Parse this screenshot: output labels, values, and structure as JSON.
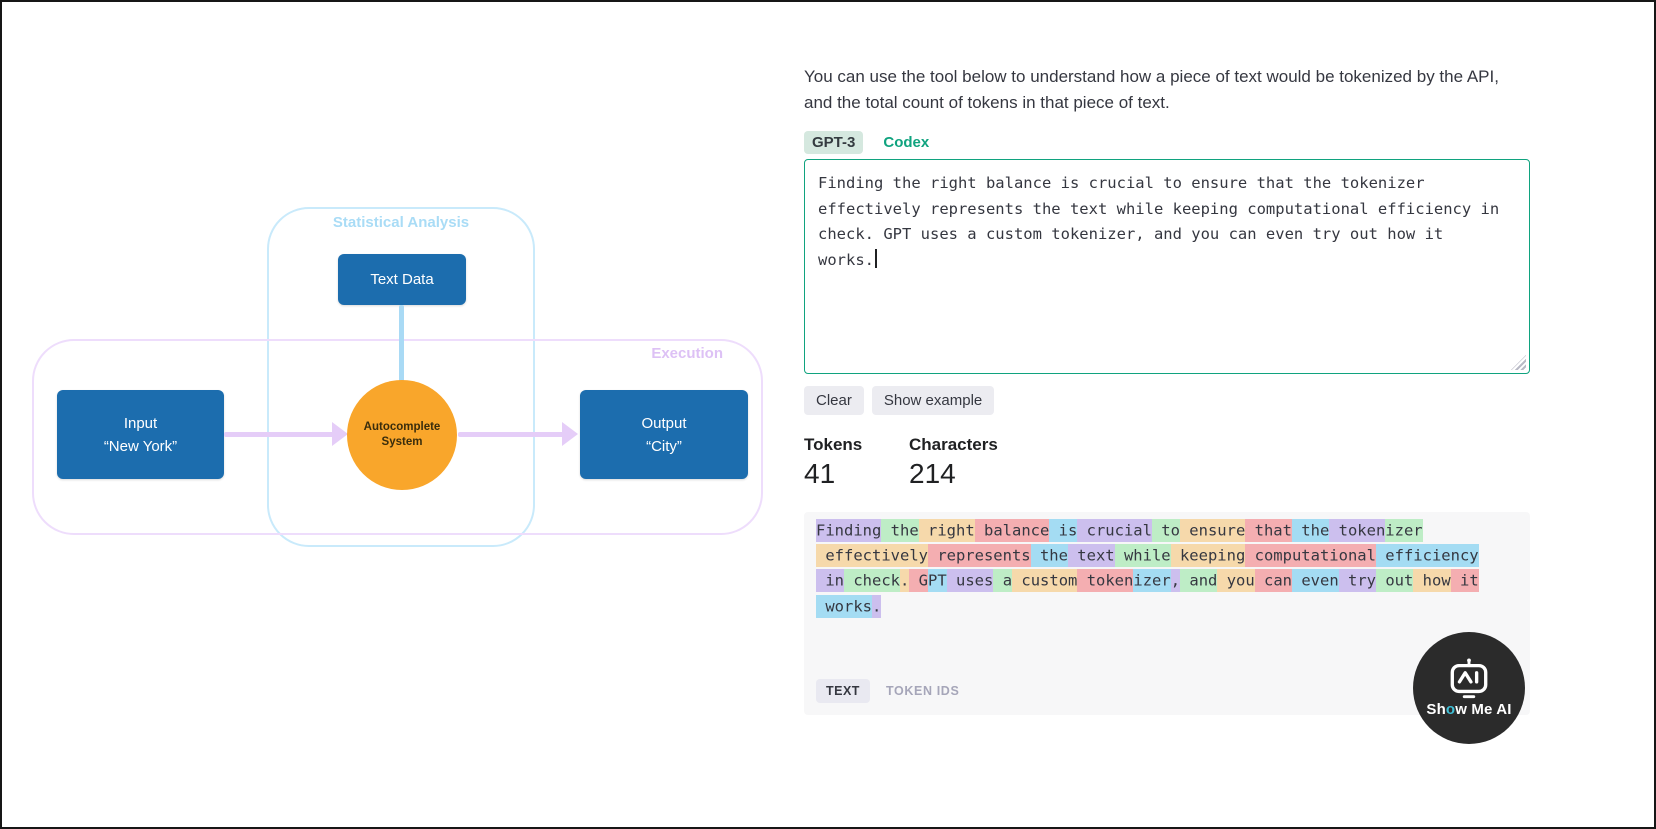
{
  "diagram": {
    "statistical_group_label": "Statistical Analysis",
    "execution_group_label": "Execution",
    "text_data_node": "Text Data",
    "input_node": {
      "line1": "Input",
      "line2": "“New York”"
    },
    "system_node": {
      "line1": "Autocomplete",
      "line2": "System"
    },
    "output_node": {
      "line1": "Output",
      "line2": "“City”"
    },
    "colors": {
      "node_blue": "#1c6dae",
      "stat_border": "#c9eafb",
      "stat_label": "#a9dcf6",
      "blue_arrow": "#a9daf5",
      "exec_border": "#eeddfc",
      "exec_label": "#ddc1f5",
      "purple_arrow": "#e5cdf8",
      "circle_orange": "#f9a62b"
    }
  },
  "tool": {
    "intro_lines": [
      "You can use the tool below to understand how a piece of text would be tokenized by the API,",
      "and the total count of tokens in that piece of text."
    ],
    "tabs": [
      {
        "label": "GPT-3",
        "active": true
      },
      {
        "label": "Codex",
        "active": false
      }
    ],
    "editor_lines": [
      "Finding the right balance is crucial to ensure that the tokenizer",
      "effectively represents the text while keeping computational efficiency in",
      "check. GPT uses a custom tokenizer, and you can even try out how it",
      "works."
    ],
    "actions": {
      "clear": "Clear",
      "show_example": "Show example"
    },
    "stats": {
      "tokens_label": "Tokens",
      "tokens_value": "41",
      "characters_label": "Characters",
      "characters_value": "214"
    },
    "token_colors": [
      "rgba(107,64,216,0.3)",
      "rgba(104,222,122,0.4)",
      "rgba(244,172,54,0.4)",
      "rgba(239,65,70,0.4)",
      "rgba(39,181,234,0.4)"
    ],
    "token_lines": [
      [
        {
          "t": "Finding",
          "c": 0
        },
        {
          "t": " the",
          "c": 1
        },
        {
          "t": " right",
          "c": 2
        },
        {
          "t": " balance",
          "c": 3
        },
        {
          "t": " is",
          "c": 4
        },
        {
          "t": " crucial",
          "c": 0
        },
        {
          "t": " to",
          "c": 1
        },
        {
          "t": " ensure",
          "c": 2
        },
        {
          "t": " that",
          "c": 3
        },
        {
          "t": " the",
          "c": 4
        },
        {
          "t": " token",
          "c": 0
        },
        {
          "t": "izer",
          "c": 1
        }
      ],
      [
        {
          "t": " effectively",
          "c": 2
        },
        {
          "t": " represents",
          "c": 3
        },
        {
          "t": " the",
          "c": 4
        },
        {
          "t": " text",
          "c": 0
        },
        {
          "t": " while",
          "c": 1
        },
        {
          "t": " keeping",
          "c": 2
        },
        {
          "t": " computational",
          "c": 3
        },
        {
          "t": " efficiency",
          "c": 4
        }
      ],
      [
        {
          "t": " in",
          "c": 0
        },
        {
          "t": " check",
          "c": 1
        },
        {
          "t": ".",
          "c": 2
        },
        {
          "t": " G",
          "c": 3
        },
        {
          "t": "PT",
          "c": 4
        },
        {
          "t": " uses",
          "c": 0
        },
        {
          "t": " a",
          "c": 1
        },
        {
          "t": " custom",
          "c": 2
        },
        {
          "t": " token",
          "c": 3
        },
        {
          "t": "izer",
          "c": 4
        },
        {
          "t": ",",
          "c": 0
        },
        {
          "t": " and",
          "c": 1
        },
        {
          "t": " you",
          "c": 2
        },
        {
          "t": " can",
          "c": 3
        },
        {
          "t": " even",
          "c": 4
        },
        {
          "t": " try",
          "c": 0
        },
        {
          "t": " out",
          "c": 1
        },
        {
          "t": " how",
          "c": 2
        },
        {
          "t": " it",
          "c": 3
        }
      ],
      [
        {
          "t": " works",
          "c": 4
        },
        {
          "t": ".",
          "c": 0
        }
      ]
    ],
    "footer_tabs": [
      {
        "label": "TEXT",
        "active": true
      },
      {
        "label": "TOKEN IDS",
        "active": false
      }
    ]
  },
  "logo": {
    "text_parts": [
      "Sh",
      "o",
      "w Me AI"
    ],
    "accent_color": "#3fc1d8"
  }
}
